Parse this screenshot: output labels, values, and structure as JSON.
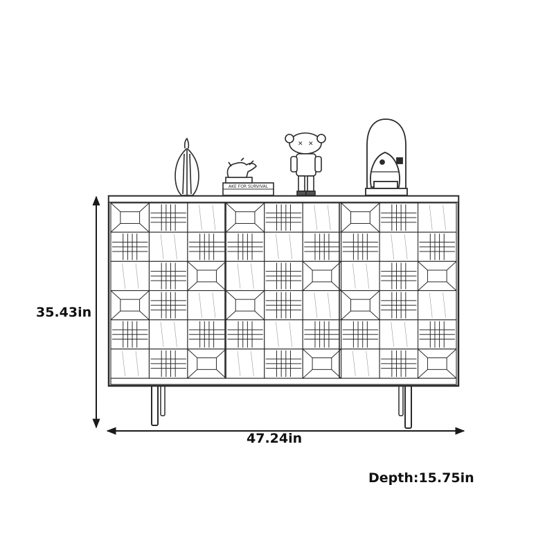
{
  "dimensions": {
    "height": "35.43in",
    "width": "47.24in",
    "depth": "Depth:15.75in"
  },
  "decor": {
    "book_spine_text": "AKE FOR SURVIVAL"
  },
  "colors": {
    "line": "#2a2a2a",
    "background": "#ffffff"
  },
  "cabinet": {
    "grid_columns": 9,
    "grid_rows": 6,
    "tile_pattern": [
      [
        "x",
        "p",
        "b",
        "x",
        "p",
        "b",
        "x",
        "p",
        "b"
      ],
      [
        "p",
        "b",
        "p",
        "p",
        "b",
        "p",
        "p",
        "b",
        "p"
      ],
      [
        "b",
        "p",
        "x",
        "b",
        "p",
        "x",
        "b",
        "p",
        "x"
      ],
      [
        "x",
        "p",
        "b",
        "x",
        "p",
        "b",
        "x",
        "p",
        "b"
      ],
      [
        "p",
        "b",
        "p",
        "p",
        "b",
        "p",
        "p",
        "b",
        "p"
      ],
      [
        "b",
        "p",
        "x",
        "b",
        "p",
        "x",
        "b",
        "p",
        "x"
      ]
    ]
  }
}
